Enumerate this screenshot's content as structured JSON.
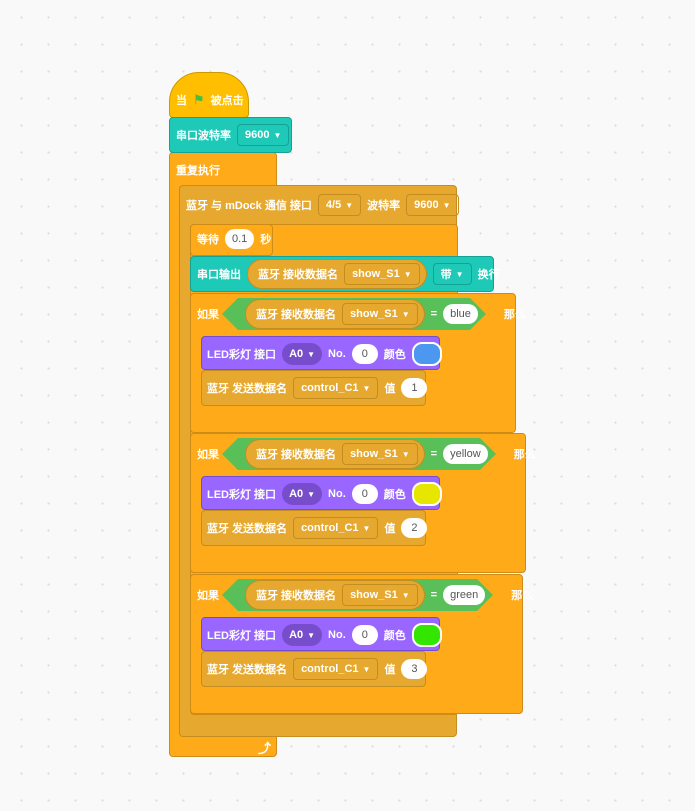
{
  "colors": {
    "events": "#ffbf00",
    "serial": "#1fc9b8",
    "control": "#ffab19",
    "bluetooth": "#e6a82e",
    "led": "#9966ff",
    "operator": "#59c059",
    "led_blue": "#4c97f0",
    "led_yellow": "#e6e600",
    "led_green": "#33e600"
  },
  "hat": {
    "label_when": "当",
    "icon": "green-flag-icon",
    "label_clicked": "被点击"
  },
  "baud": {
    "label": "串口波特率",
    "value": "9600"
  },
  "forever": {
    "label": "重复执行",
    "icon": "loop-arrow-icon"
  },
  "bt_init": {
    "label1": "蓝牙 与 mDock 通信 接口",
    "port": "4/5",
    "label2": "波特率",
    "baud": "9600"
  },
  "wait": {
    "label": "等待",
    "value": "0.1",
    "unit": "秒"
  },
  "serial_out": {
    "label": "串口输出",
    "reporter_label": "蓝牙 接收数据名",
    "reporter_value": "show_S1",
    "mode": "带",
    "suffix": "换行"
  },
  "ifs": [
    {
      "if_label": "如果",
      "reporter_label": "蓝牙 接收数据名",
      "reporter_value": "show_S1",
      "op": "=",
      "compare": "blue",
      "then_label": "那么",
      "led": {
        "label": "LED彩灯 接口",
        "port": "A0",
        "no_label": "No.",
        "no": "0",
        "color_label": "颜色"
      },
      "send": {
        "label": "蓝牙 发送数据名",
        "name": "control_C1",
        "val_label": "值",
        "value": "1"
      }
    },
    {
      "if_label": "如果",
      "reporter_label": "蓝牙 接收数据名",
      "reporter_value": "show_S1",
      "op": "=",
      "compare": "yellow",
      "then_label": "那么",
      "led": {
        "label": "LED彩灯 接口",
        "port": "A0",
        "no_label": "No.",
        "no": "0",
        "color_label": "颜色"
      },
      "send": {
        "label": "蓝牙 发送数据名",
        "name": "control_C1",
        "val_label": "值",
        "value": "2"
      }
    },
    {
      "if_label": "如果",
      "reporter_label": "蓝牙 接收数据名",
      "reporter_value": "show_S1",
      "op": "=",
      "compare": "green",
      "then_label": "那么",
      "led": {
        "label": "LED彩灯 接口",
        "port": "A0",
        "no_label": "No.",
        "no": "0",
        "color_label": "颜色"
      },
      "send": {
        "label": "蓝牙 发送数据名",
        "name": "control_C1",
        "val_label": "值",
        "value": "3"
      }
    }
  ]
}
